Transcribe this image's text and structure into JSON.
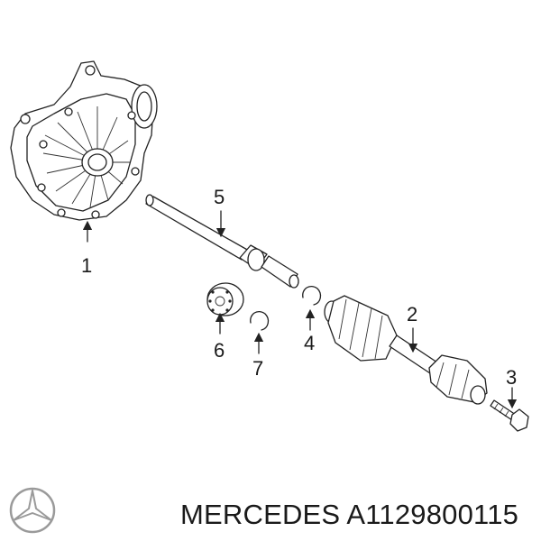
{
  "callouts": {
    "c1": "1",
    "c2": "2",
    "c3": "3",
    "c4": "4",
    "c5": "5",
    "c6": "6",
    "c7": "7"
  },
  "footer": {
    "brand_icon": "mercedes-star-icon",
    "text": "MERCEDES A1129800115"
  },
  "colors": {
    "line": "#222222",
    "background": "#ffffff"
  }
}
